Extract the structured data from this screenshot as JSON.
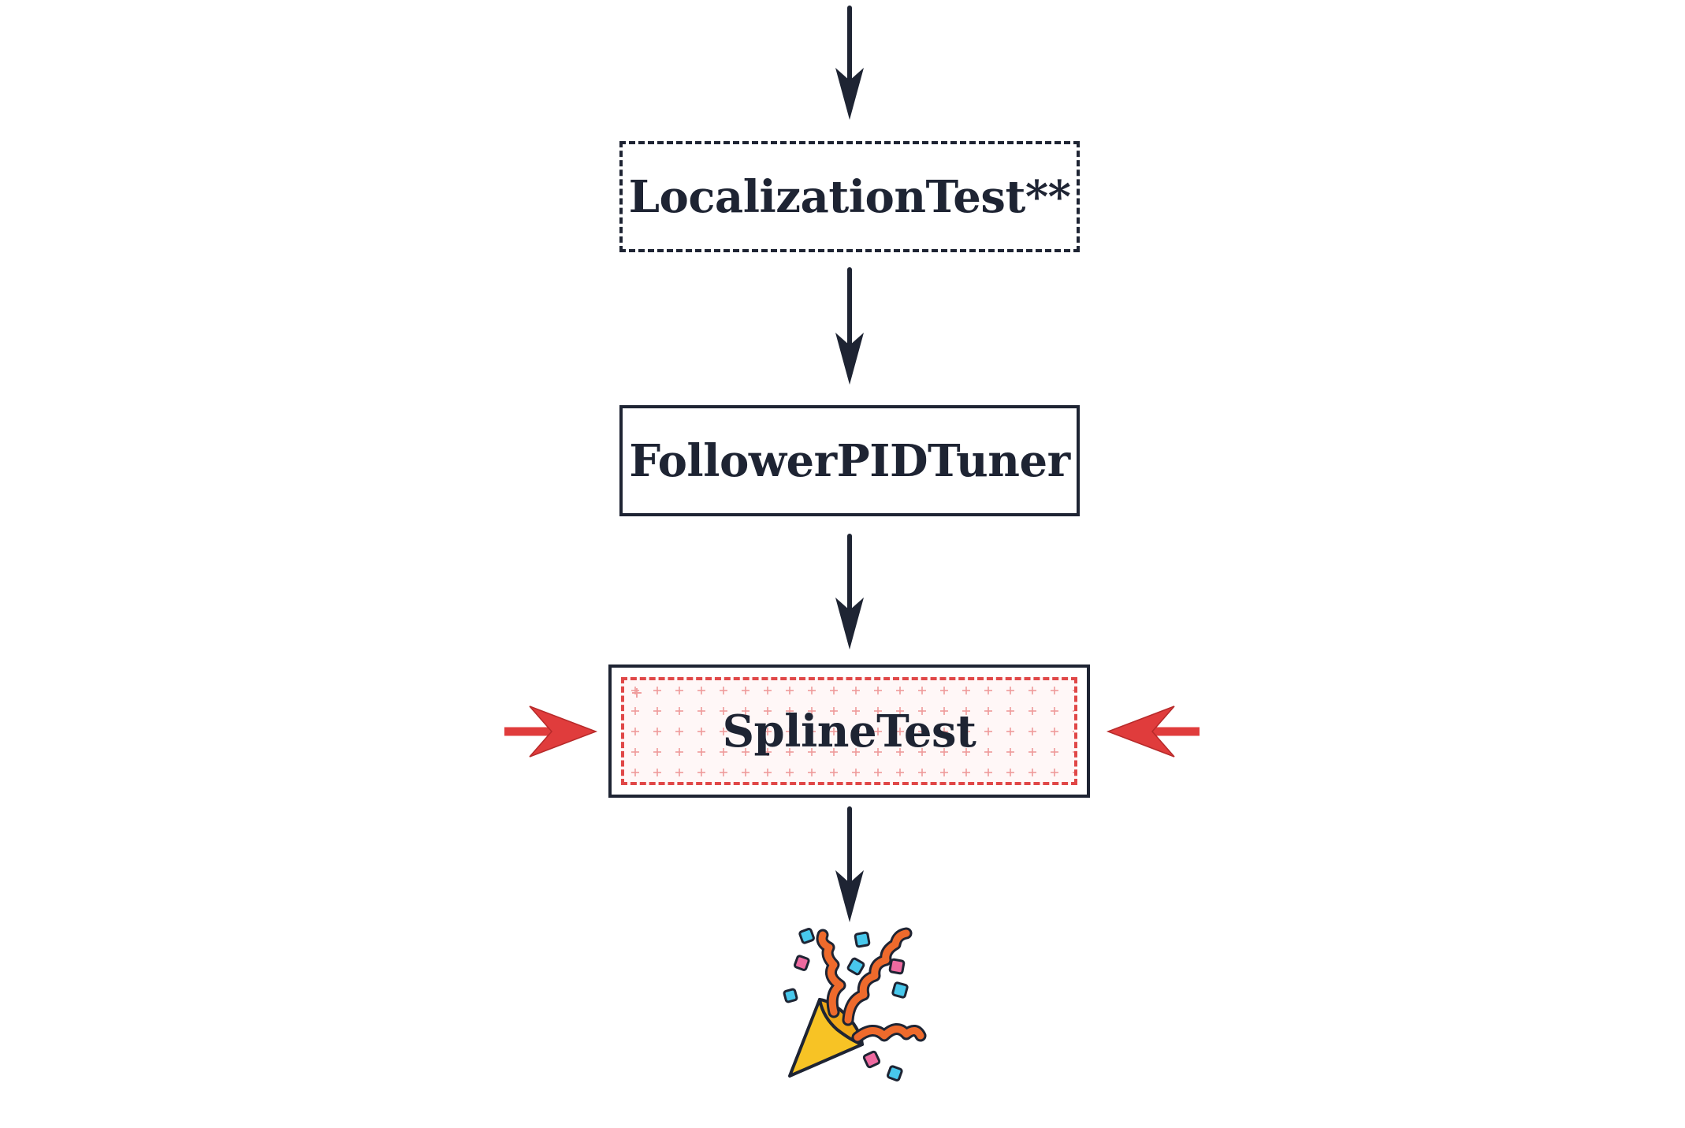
{
  "diagram": {
    "nodes": [
      {
        "id": "localization",
        "label": "LocalizationTest**",
        "style": "dashed"
      },
      {
        "id": "follower",
        "label": "FollowerPIDTuner",
        "style": "solid"
      },
      {
        "id": "spline",
        "label": "SplineTest",
        "style": "highlighted"
      }
    ],
    "edges": [
      {
        "from": "start",
        "to": "localization"
      },
      {
        "from": "localization",
        "to": "follower"
      },
      {
        "from": "follower",
        "to": "spline"
      },
      {
        "from": "spline",
        "to": "celebration"
      }
    ],
    "highlight_color": "#e03c3c",
    "edge_color": "#1e2433",
    "end_icon": "party-popper-icon"
  }
}
